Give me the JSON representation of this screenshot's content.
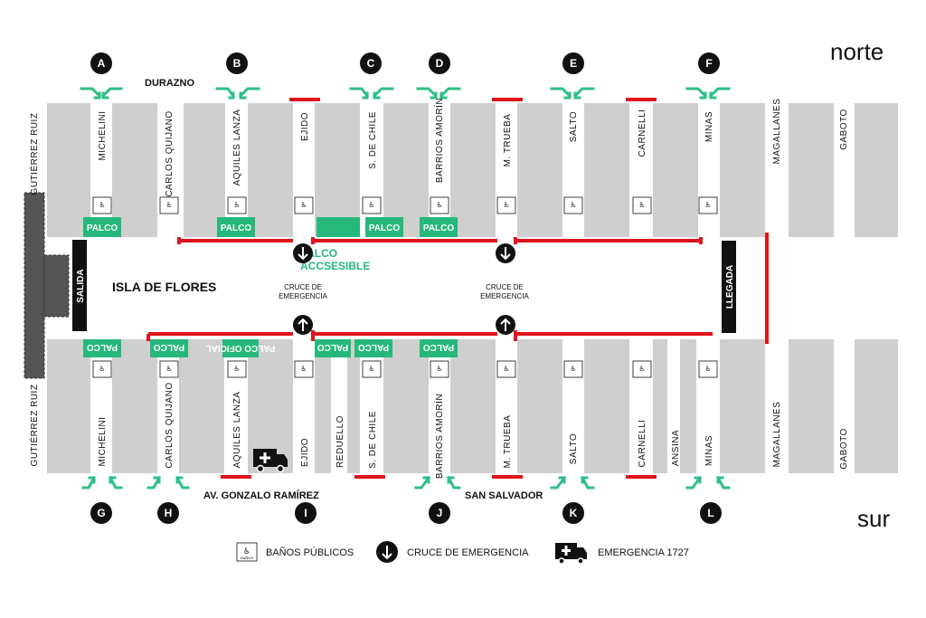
{
  "compass": {
    "north": "norte",
    "south": "sur"
  },
  "top_street": "DURAZNO",
  "middle_street": "ISLA DE FLORES",
  "bottom_streets": {
    "left": "AV. GONZALO RAMÍREZ",
    "right": "SAN SALVADOR"
  },
  "side_streets": {
    "west": "GUTIÉRREZ RUIZ",
    "east1": "MAGALLANES",
    "east2": "GABOTO"
  },
  "exit_label": "SALIDA",
  "finish_label": "LLEGADA",
  "north_cross_streets": [
    "MICHELINI",
    "CARLOS QUIJANO",
    "AQUILES LANZA",
    "EJIDO",
    "S. DE CHILE",
    "BARRIOS AMORÍN",
    "M. TRUEBA",
    "SALTO",
    "CARNELLI",
    "MINAS"
  ],
  "south_cross_streets": [
    "MICHELINI",
    "CARLOS QUIJANO",
    "AQUILES LANZA",
    "EJIDO",
    "REDUELLO",
    "S. DE CHILE",
    "BARRIOS AMORÍN",
    "M. TRUEBA",
    "SALTO",
    "CARNELLI",
    "ANSINA",
    "MINAS"
  ],
  "gates_north": [
    "A",
    "B",
    "C",
    "D",
    "E",
    "F"
  ],
  "gates_south": [
    "G",
    "H",
    "I",
    "J",
    "K",
    "L"
  ],
  "palco_label": "PALCO",
  "palco_oficial_label": "PALCO OFICIAL",
  "palco_accesible": [
    "PALCO",
    "ACCSESIBLE"
  ],
  "emergency_cross": [
    "CRUCE DE",
    "EMERGENCIA"
  ],
  "wc_caption": "BAÑOS",
  "legend": {
    "banos": "BAÑOS PÚBLICOS",
    "cruce": "CRUCE DE EMERGENCIA",
    "emergencia": "EMERGENCIA 1727"
  },
  "colors": {
    "green": "#25b87a",
    "red": "#e0141c",
    "block": "#cfcfcf",
    "dark": "#111111"
  }
}
